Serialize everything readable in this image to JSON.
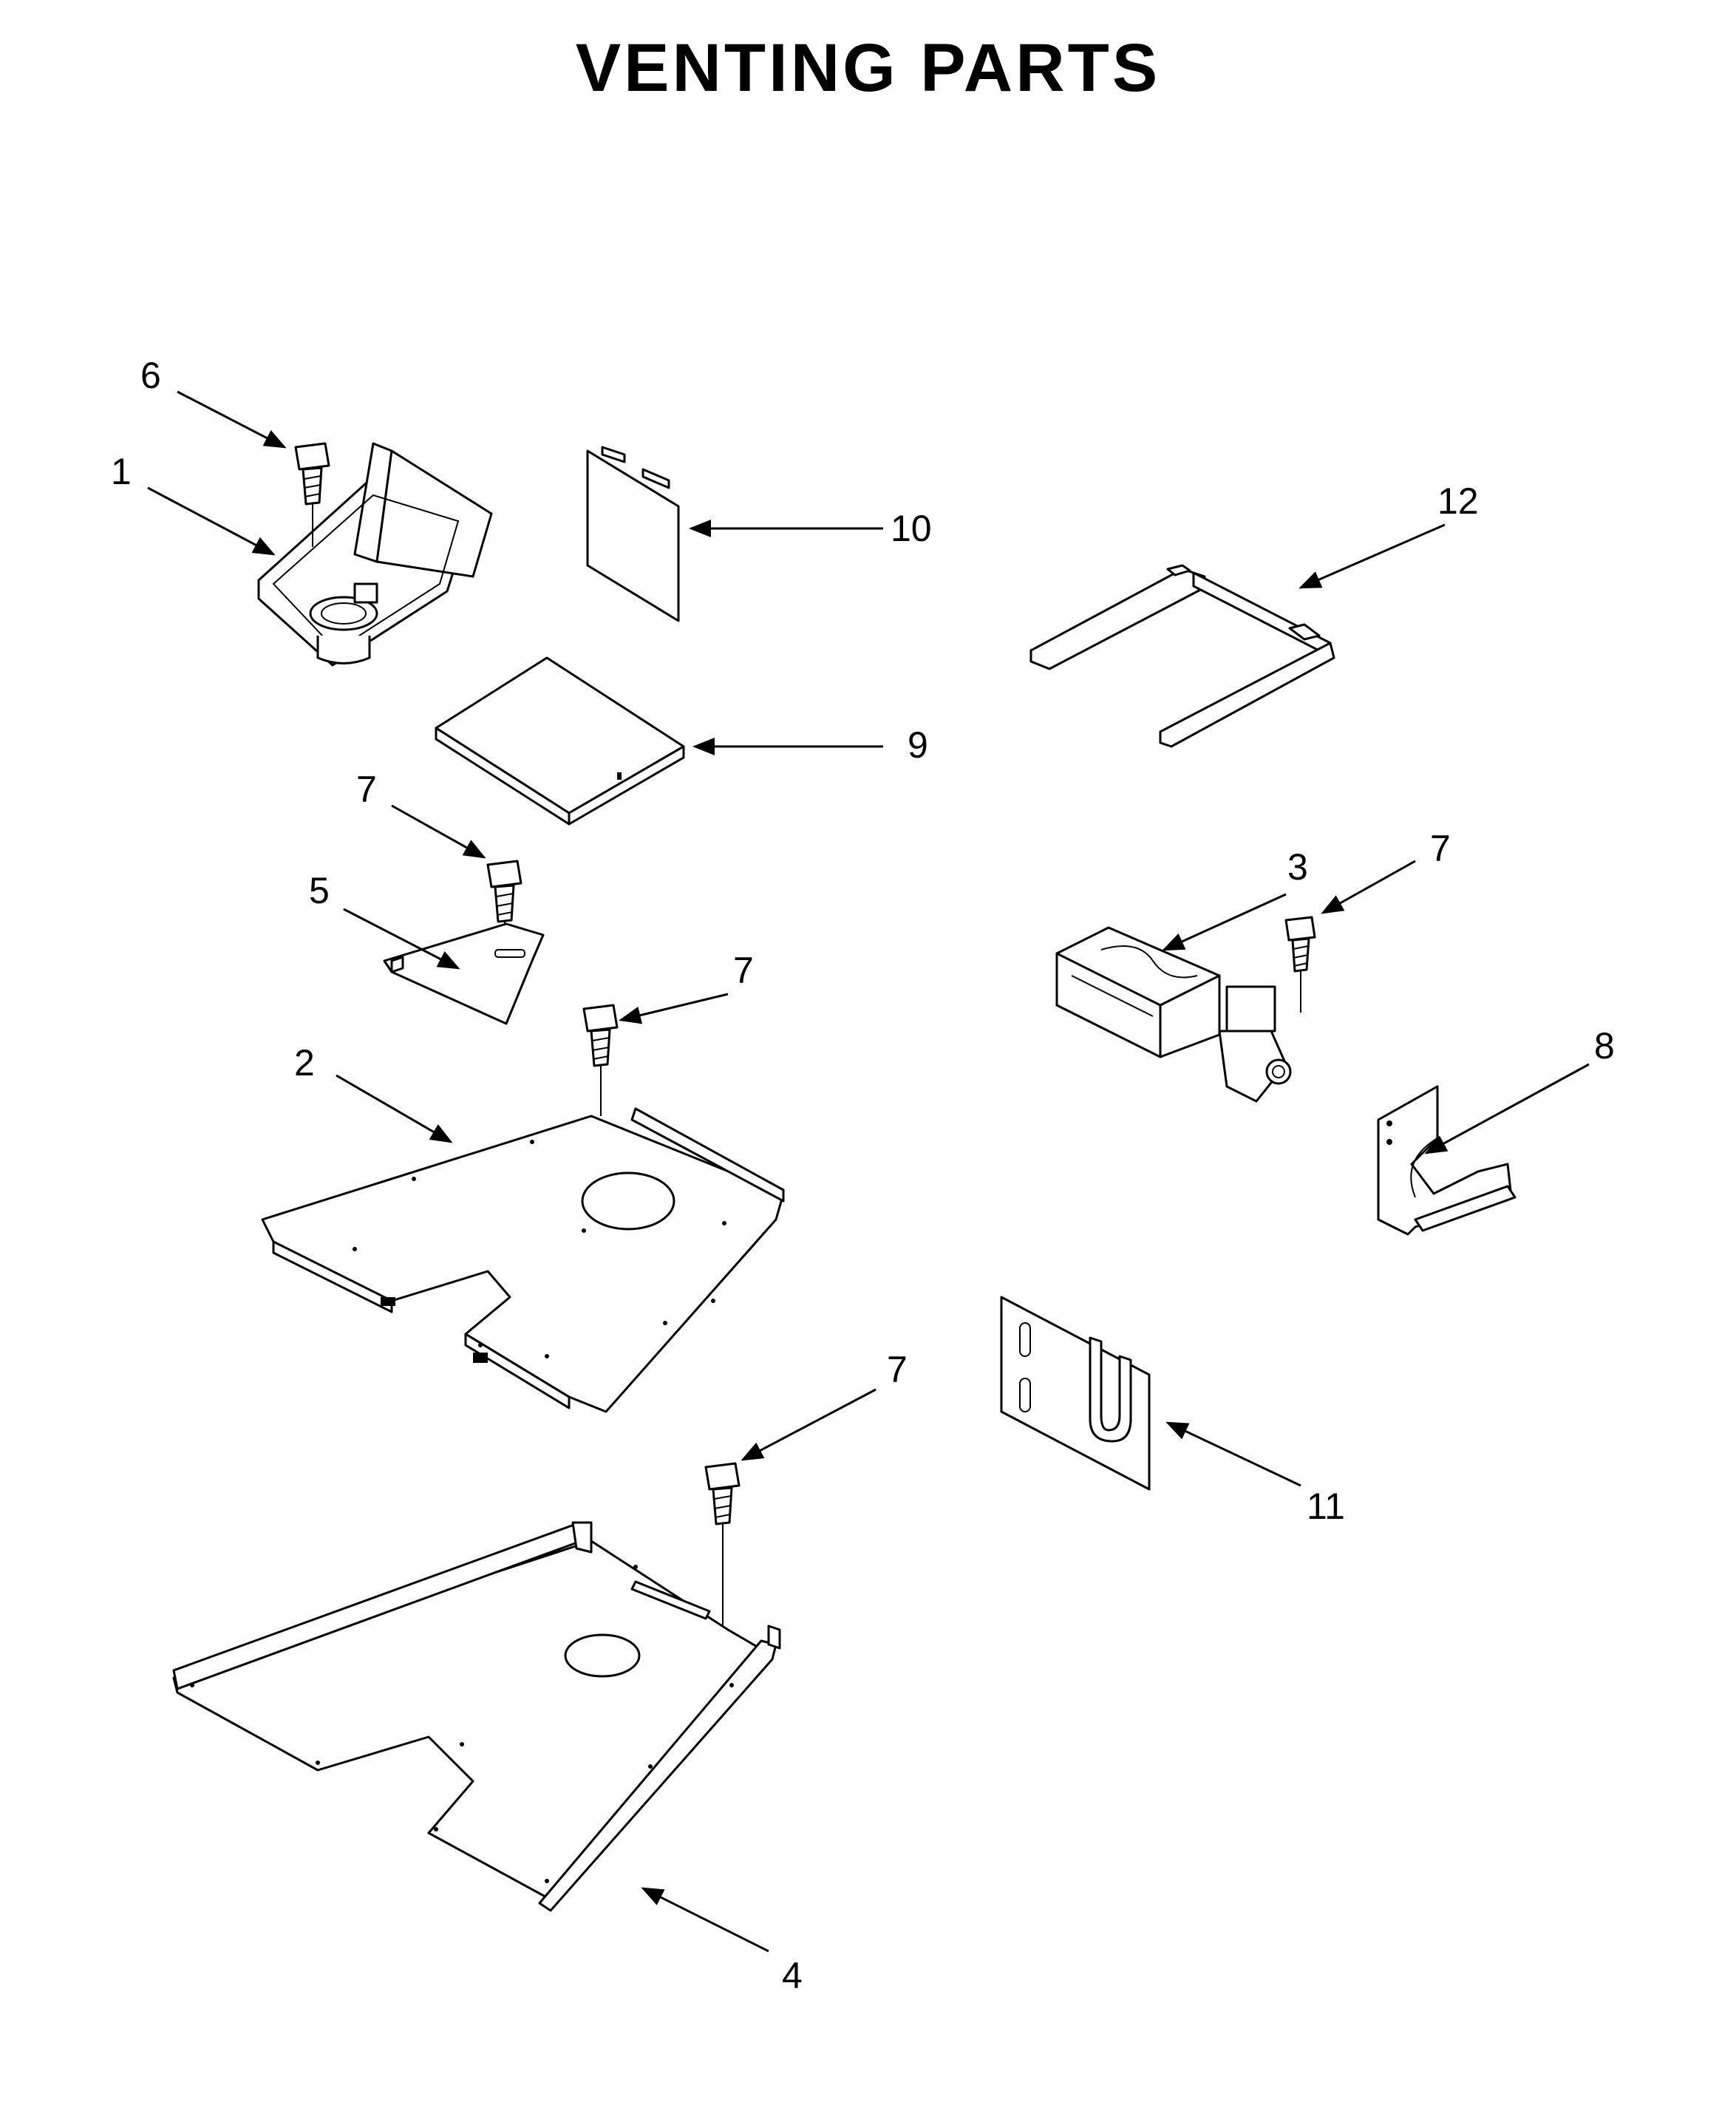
{
  "title": "VENTING PARTS",
  "callouts": [
    {
      "id": "c1",
      "label": "1"
    },
    {
      "id": "c2",
      "label": "2"
    },
    {
      "id": "c3",
      "label": "3"
    },
    {
      "id": "c4",
      "label": "4"
    },
    {
      "id": "c5",
      "label": "5"
    },
    {
      "id": "c6",
      "label": "6"
    },
    {
      "id": "c7a",
      "label": "7"
    },
    {
      "id": "c7b",
      "label": "7"
    },
    {
      "id": "c7c",
      "label": "7"
    },
    {
      "id": "c7d",
      "label": "7"
    },
    {
      "id": "c8",
      "label": "8"
    },
    {
      "id": "c9",
      "label": "9"
    },
    {
      "id": "c10",
      "label": "10"
    },
    {
      "id": "c11",
      "label": "11"
    },
    {
      "id": "c12",
      "label": "12"
    }
  ]
}
